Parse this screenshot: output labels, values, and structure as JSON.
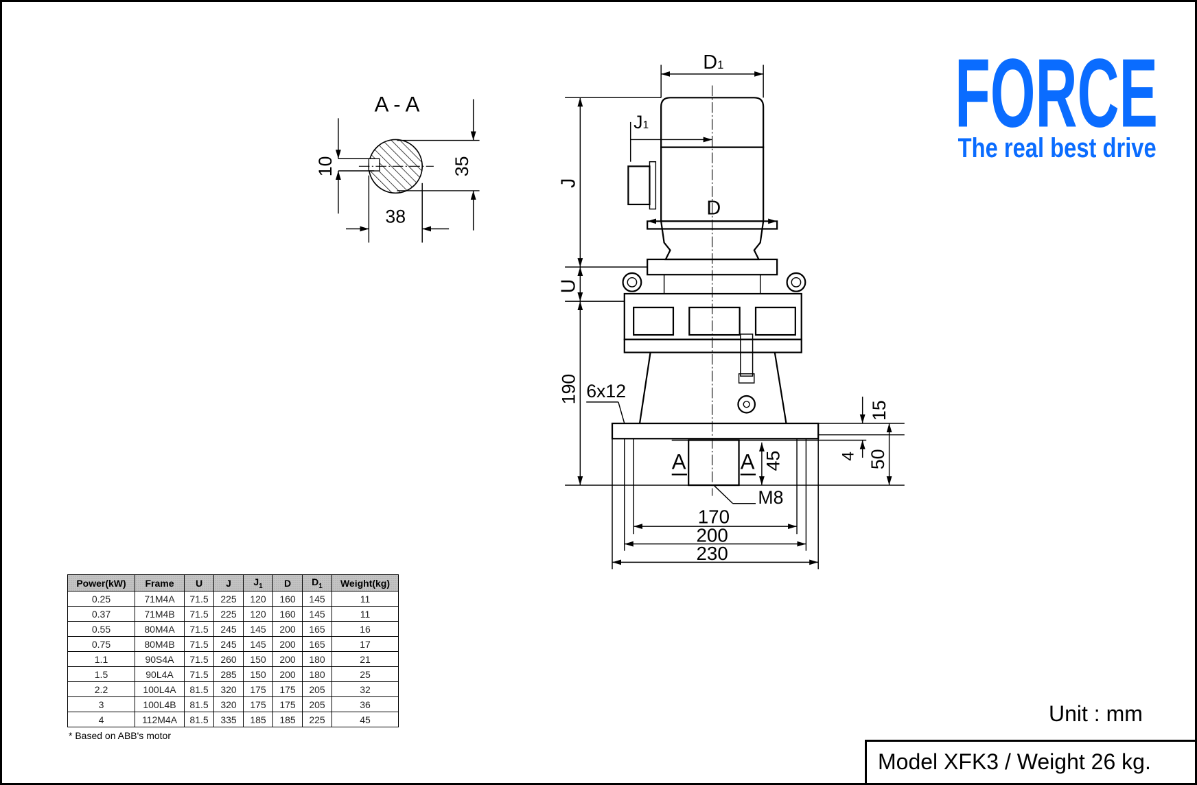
{
  "logo": {
    "brand": "FORCE",
    "tagline": "The real best drive",
    "color": "#0a6cff"
  },
  "section": {
    "title": "A - A",
    "dim_key": "10",
    "dim_height": "35",
    "dim_diameter": "38"
  },
  "drawing": {
    "labels": {
      "D1": "D",
      "D1_sub": "1",
      "J1": "J",
      "J1_sub": "1",
      "J": "J",
      "D": "D",
      "U": "U",
      "h190": "190",
      "holes": "6x12",
      "h15": "15",
      "h4": "4",
      "h50": "50",
      "h45": "45",
      "sec_left": "A",
      "sec_right": "A",
      "thread": "M8",
      "w170": "170",
      "w200": "200",
      "w230": "230"
    }
  },
  "table": {
    "headers": [
      "Power(kW)",
      "Frame",
      "U",
      "J",
      "J",
      "D",
      "D",
      "Weight(kg)"
    ],
    "header_subs": [
      "",
      "",
      "",
      "",
      "1",
      "",
      "1",
      ""
    ],
    "rows": [
      [
        "0.25",
        "71M4A",
        "71.5",
        "225",
        "120",
        "160",
        "145",
        "11"
      ],
      [
        "0.37",
        "71M4B",
        "71.5",
        "225",
        "120",
        "160",
        "145",
        "11"
      ],
      [
        "0.55",
        "80M4A",
        "71.5",
        "245",
        "145",
        "200",
        "165",
        "16"
      ],
      [
        "0.75",
        "80M4B",
        "71.5",
        "245",
        "145",
        "200",
        "165",
        "17"
      ],
      [
        "1.1",
        "90S4A",
        "71.5",
        "260",
        "150",
        "200",
        "180",
        "21"
      ],
      [
        "1.5",
        "90L4A",
        "71.5",
        "285",
        "150",
        "200",
        "180",
        "25"
      ],
      [
        "2.2",
        "100L4A",
        "81.5",
        "320",
        "175",
        "175",
        "205",
        "32"
      ],
      [
        "3",
        "100L4B",
        "81.5",
        "320",
        "175",
        "175",
        "205",
        "36"
      ],
      [
        "4",
        "112M4A",
        "81.5",
        "335",
        "185",
        "185",
        "225",
        "45"
      ]
    ],
    "note": "* Based on ABB's motor"
  },
  "unit": "Unit :  mm",
  "model": "Model XFK3 / Weight 26 kg."
}
